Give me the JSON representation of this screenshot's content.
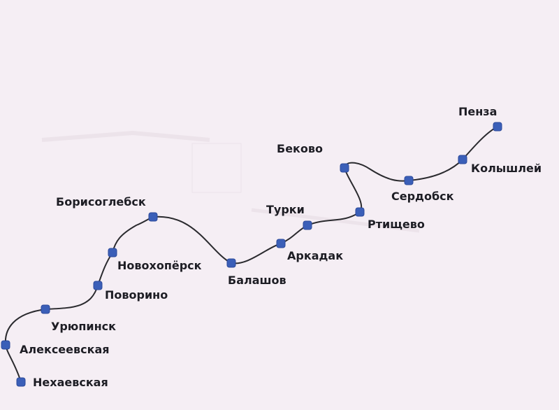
{
  "map": {
    "colors": {
      "background": "#f5eef4",
      "route": "#2a2a2e",
      "station": "#3b5fb8",
      "label": "#1d1d24"
    },
    "stations": [
      {
        "id": "nekhaevskaya",
        "name": "Нехаевская"
      },
      {
        "id": "alekseevskaya",
        "name": "Алексеевская"
      },
      {
        "id": "uryupinsk",
        "name": "Урюпинск"
      },
      {
        "id": "povorino",
        "name": "Поворино"
      },
      {
        "id": "novokhopyorsk",
        "name": "Новохопёрск"
      },
      {
        "id": "borisoglebsk",
        "name": "Борисоглебск"
      },
      {
        "id": "balashov",
        "name": "Балашов"
      },
      {
        "id": "arkadak",
        "name": "Аркадак"
      },
      {
        "id": "turki",
        "name": "Турки"
      },
      {
        "id": "rtishchevo",
        "name": "Ртищево"
      },
      {
        "id": "bekovo",
        "name": "Беково"
      },
      {
        "id": "serdobsk",
        "name": "Сердобск"
      },
      {
        "id": "kolyshley",
        "name": "Колышлей"
      },
      {
        "id": "penza",
        "name": "Пенза"
      }
    ]
  }
}
